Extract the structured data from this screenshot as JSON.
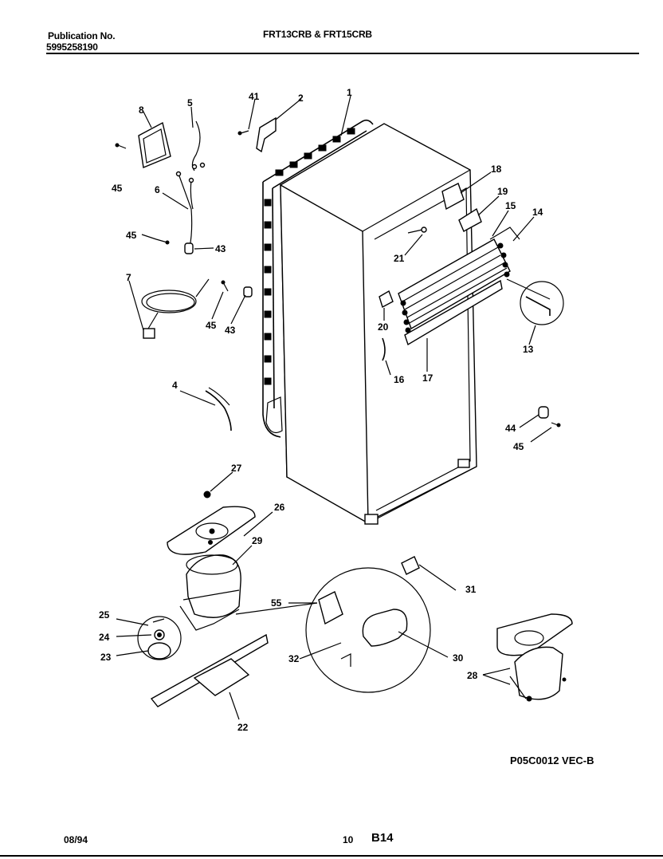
{
  "header": {
    "publication_label": "Publication No.",
    "publication_number": "5995258190",
    "models": "FRT13CRB & FRT15CRB"
  },
  "diagram": {
    "code": "P05C0012 VEC-B",
    "callouts": [
      "1",
      "2",
      "4",
      "5",
      "6",
      "7",
      "8",
      "13",
      "14",
      "15",
      "16",
      "17",
      "18",
      "19",
      "20",
      "21",
      "22",
      "23",
      "24",
      "25",
      "26",
      "27",
      "28",
      "29",
      "30",
      "31",
      "32",
      "41",
      "43",
      "44",
      "45",
      "55"
    ]
  },
  "footer": {
    "date": "08/94",
    "page_number": "10",
    "section": "B14"
  }
}
